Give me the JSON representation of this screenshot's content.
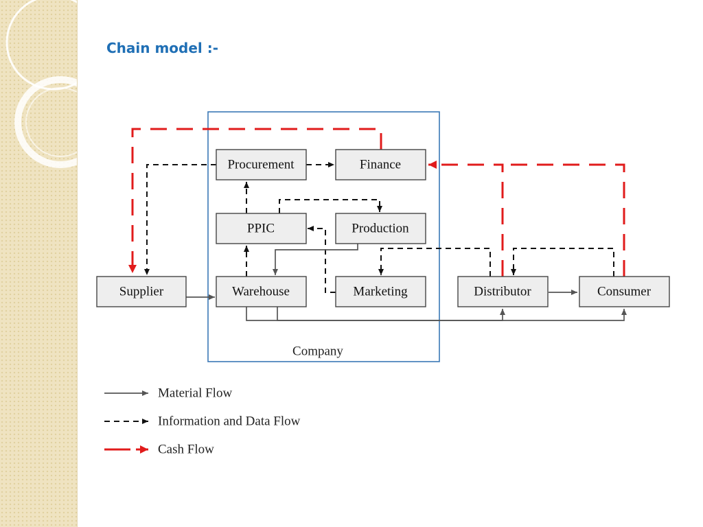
{
  "slide": {
    "title": "Chain model :-"
  },
  "diagram": {
    "container_label": "Company",
    "nodes": {
      "procurement": "Procurement",
      "finance": "Finance",
      "ppic": "PPIC",
      "production": "Production",
      "warehouse": "Warehouse",
      "marketing": "Marketing",
      "supplier": "Supplier",
      "distributor": "Distributor",
      "consumer": "Consumer"
    },
    "legend": {
      "material": "Material Flow",
      "information": "Information and Data Flow",
      "cash": "Cash Flow"
    },
    "colors": {
      "material_flow": "#555555",
      "information_flow": "#111111",
      "cash_flow": "#e11b1b",
      "company_border": "#3a78b5",
      "title": "#1f6fb5"
    }
  }
}
